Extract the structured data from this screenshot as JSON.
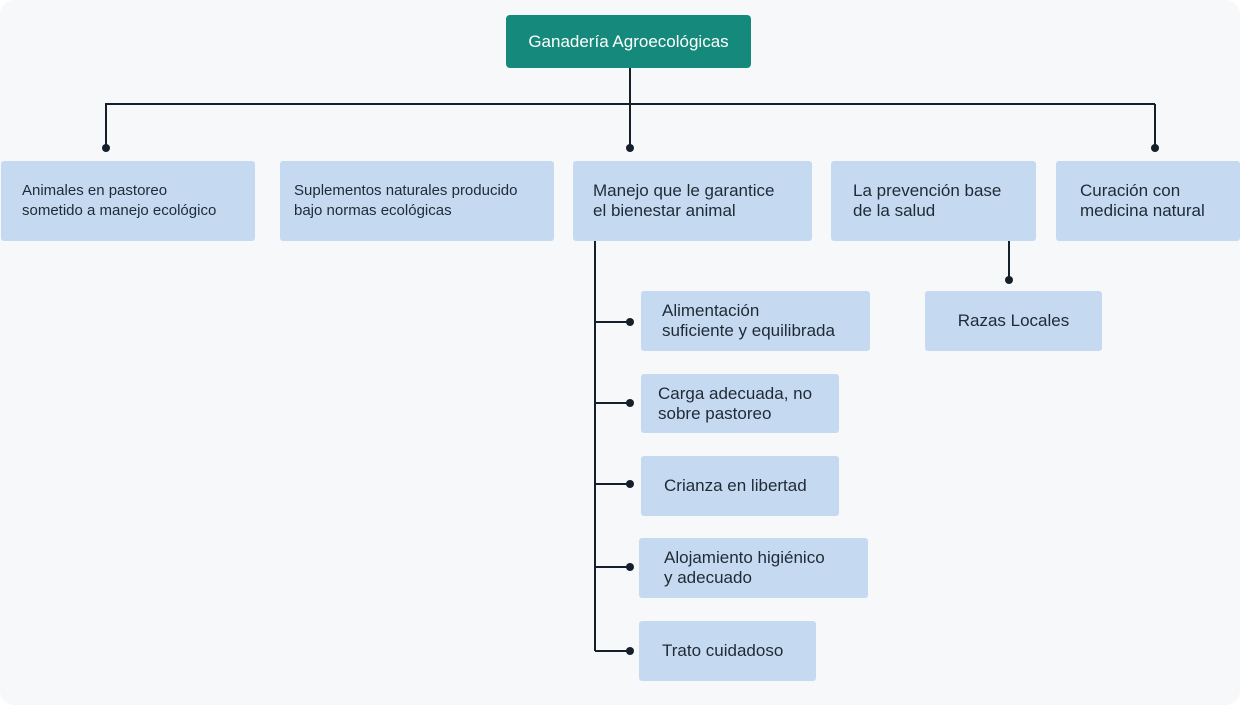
{
  "diagram": {
    "root": {
      "label": "Ganadería Agroecológicas",
      "color": "#158a7c"
    },
    "branches": [
      {
        "label": "Animales en pastoreo\nsometido a manejo ecológico"
      },
      {
        "label": "Suplementos naturales producido\nbajo normas ecológicas"
      },
      {
        "label": "Manejo que le garantice\nel bienestar animal",
        "children": [
          {
            "label": "Alimentación\nsuficiente y equilibrada"
          },
          {
            "label": "Carga adecuada, no\nsobre pastoreo"
          },
          {
            "label": "Crianza en libertad"
          },
          {
            "label": "Alojamiento higiénico\ny adecuado"
          },
          {
            "label": "Trato cuidadoso"
          }
        ]
      },
      {
        "label": "La prevención base\nde la salud",
        "children": [
          {
            "label": "Razas Locales"
          }
        ]
      },
      {
        "label": "Curación con\nmedicina natural"
      }
    ],
    "node_color": "#c5daf0",
    "connector_color": "#15202b"
  }
}
